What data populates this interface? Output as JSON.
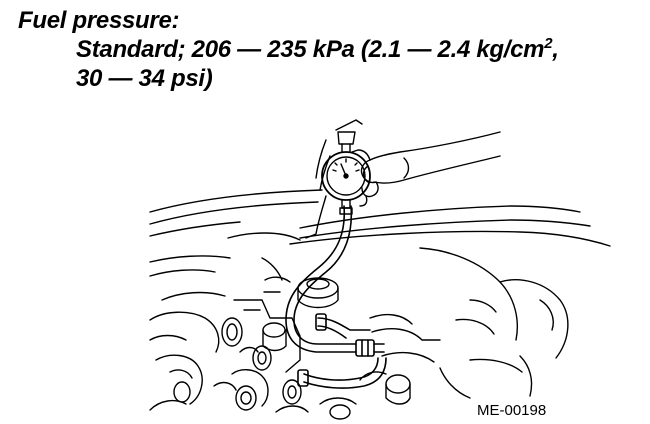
{
  "spec": {
    "heading": "Fuel pressure:",
    "line1_main": "Standard; 206 — 235 kPa (2.1 — 2.4 kg/cm",
    "line1_sup": "2",
    "line1_tail": ",",
    "line2": "30 — 34 psi)"
  },
  "figure": {
    "code": "ME-00198",
    "icons": [
      "pressure-gauge-icon",
      "hand-icon",
      "fuel-hose-icon",
      "engine-bay-icon"
    ]
  }
}
